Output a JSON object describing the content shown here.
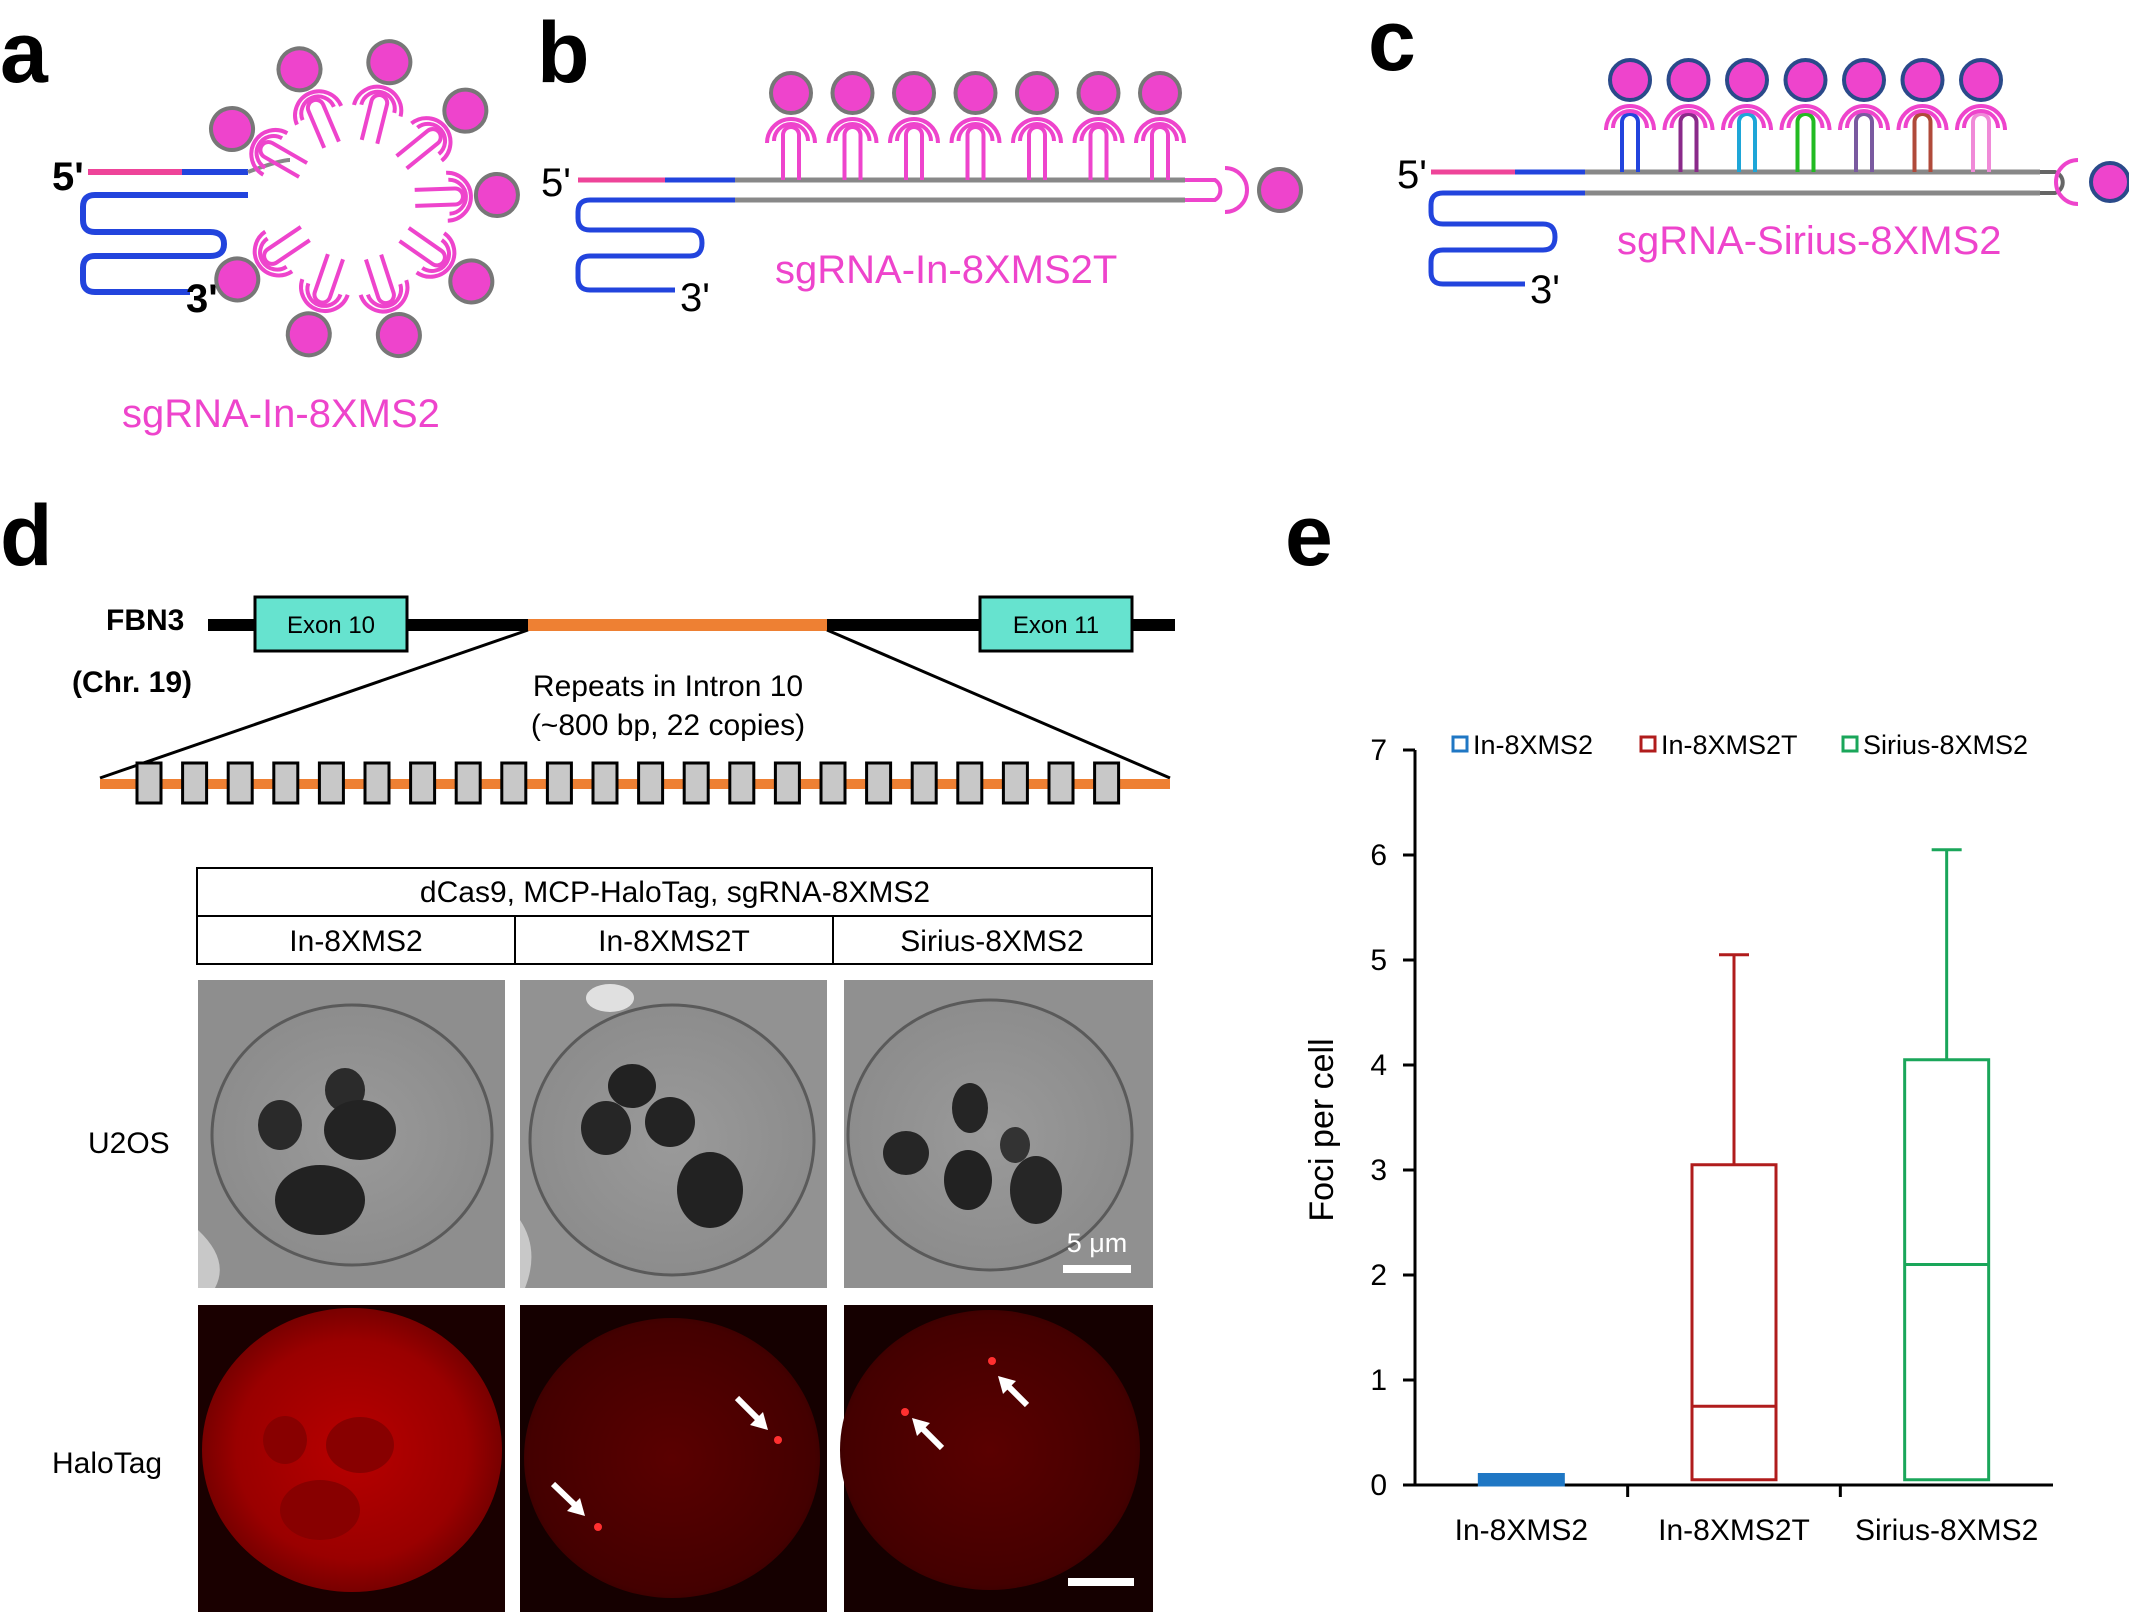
{
  "panels": {
    "a": {
      "letter": "a",
      "five_prime": "5'",
      "three_prime": "3'",
      "label": "sgRNA-In-8XMS2"
    },
    "b": {
      "letter": "b",
      "five_prime": "5'",
      "three_prime": "3'",
      "label": "sgRNA-In-8XMS2T"
    },
    "c": {
      "letter": "c",
      "five_prime": "5'",
      "three_prime": "3'",
      "label": "sgRNA-Sirius-8XMS2",
      "loop_colors": [
        "#2244dd",
        "#8a2a8a",
        "#1ea6d8",
        "#22bb22",
        "#7a5aa0",
        "#b04a3a",
        "#f08ad8"
      ]
    },
    "d": {
      "letter": "d",
      "gene": "FBN3",
      "chromosome": "(Chr.  19)",
      "exon_left": "Exon 10",
      "exon_right": "Exon 11",
      "repeats_line1": "Repeats  in Intron  10",
      "repeats_line2": "(~800  bp,  22 copies)",
      "table_header": "dCas9,  MCP-HaloTag, sgRNA-8XMS2",
      "columns": [
        "In-8XMS2",
        "In-8XMS2T",
        "Sirius-8XMS2"
      ],
      "rows": [
        "U2OS",
        "HaloTag"
      ],
      "scale_bar": "5 μm"
    },
    "e": {
      "letter": "e"
    }
  },
  "chart_data": {
    "type": "box",
    "categories": [
      "In-8XMS2",
      "In-8XMS2T",
      "Sirius-8XMS2"
    ],
    "ylabel": "Foci per cell",
    "xlabel": "",
    "ylim": [
      0,
      7
    ],
    "yticks": [
      0,
      1,
      2,
      3,
      4,
      5,
      6,
      7
    ],
    "legend": {
      "position": "top",
      "entries": [
        "In-8XMS2",
        "In-8XMS2T",
        "Sirius-8XMS2"
      ]
    },
    "series": [
      {
        "name": "In-8XMS2",
        "color": "#1f77c4",
        "min": 0,
        "q1": 0,
        "median": 0,
        "q3": 0.1,
        "max": 0.1
      },
      {
        "name": "In-8XMS2T",
        "color": "#b01c1c",
        "min": 0.05,
        "q1": 0.05,
        "median": 0.75,
        "q3": 3.05,
        "max": 5.05
      },
      {
        "name": "Sirius-8XMS2",
        "color": "#1aa65a",
        "min": 0.05,
        "q1": 0.05,
        "median": 2.1,
        "q3": 4.05,
        "max": 6.05
      }
    ]
  }
}
